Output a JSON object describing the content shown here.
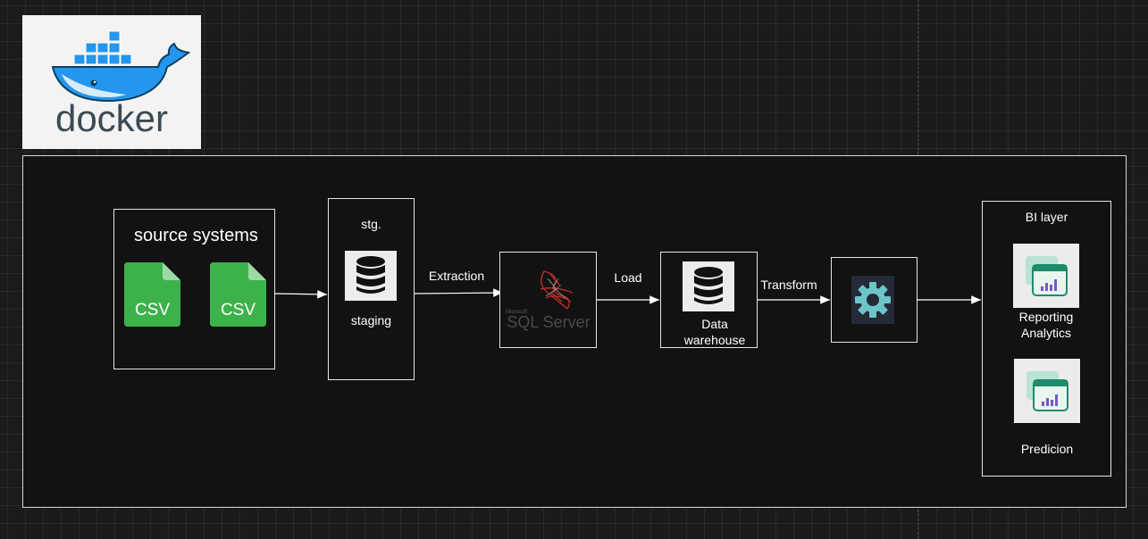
{
  "logo": {
    "text": "docker"
  },
  "source_systems": {
    "title": "source systems",
    "files": [
      "CSV",
      "CSV"
    ]
  },
  "staging": {
    "title": "stg.",
    "label": "staging"
  },
  "edges": {
    "extraction": "Extraction",
    "load": "Load",
    "transform": "Transform"
  },
  "sql_server": {
    "label": "SQL Server",
    "small_label": "Microsoft"
  },
  "warehouse": {
    "line1": "Data",
    "line2": "warehouse"
  },
  "bi": {
    "title": "BI layer",
    "reporting_line1": "Reporting",
    "reporting_line2": "Analytics",
    "prediction": "Predicion"
  },
  "colors": {
    "csv_green": "#3cb34a",
    "docker_blue": "#2496ed",
    "gear_teal": "#6cc5c8",
    "sql_red": "#c4302b"
  }
}
